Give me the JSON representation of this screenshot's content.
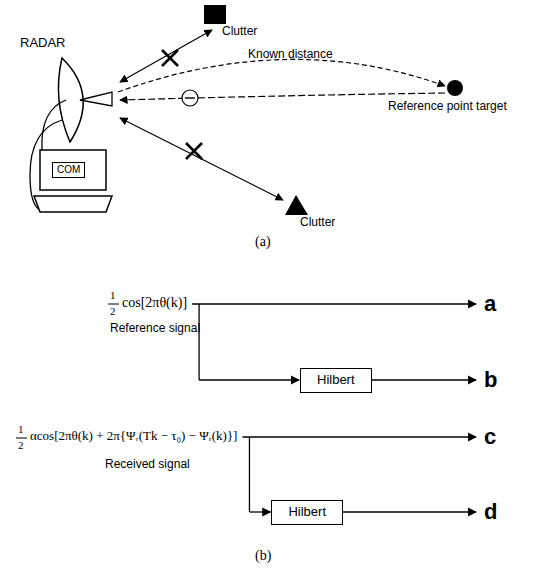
{
  "diagram": {
    "nodes": [
      {
        "text": [
          "COM"
        ]
      },
      {
        "text": [
          "Hilbert"
        ]
      },
      {
        "text": [
          "Hilbert"
        ]
      }
    ],
    "labels": [
      "RADAR",
      "Clutter",
      "Known distance",
      "Reference point target",
      "Clutter",
      "(a)",
      "1",
      "2",
      "cos[2πθ(k)]",
      "Reference signal",
      "a",
      "b",
      "1",
      "2",
      "αcos[2πθ(k) + 2π{Ψᵣ(Tk − τ₀) − Ψᵣ(k)}]",
      "Received signal",
      "c",
      "d",
      "(b)"
    ]
  }
}
